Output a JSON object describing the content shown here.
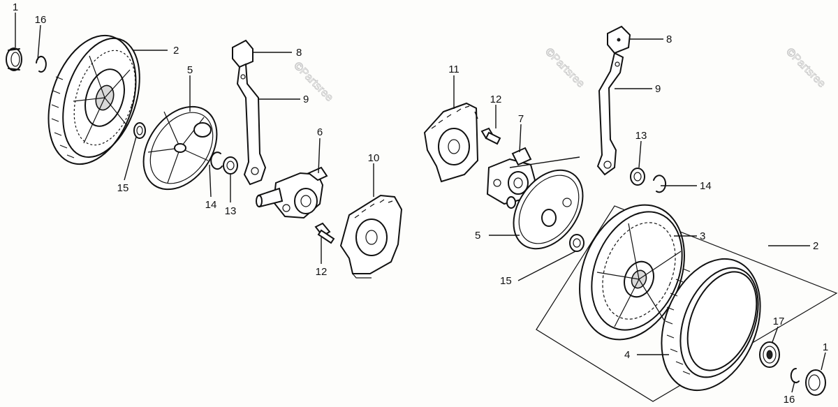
{
  "callouts": {
    "left": {
      "c1": "1",
      "c16": "16",
      "c2": "2",
      "c5": "5",
      "c8": "8",
      "c9": "9",
      "c6": "6",
      "c10": "10",
      "c15": "15",
      "c14": "14",
      "c13": "13",
      "c12": "12"
    },
    "right": {
      "c11": "11",
      "c12": "12",
      "c7": "7",
      "c8": "8",
      "c9": "9",
      "c13": "13",
      "c14": "14",
      "c5": "5",
      "c3": "3",
      "c2": "2",
      "c15": "15",
      "c17": "17",
      "c4": "4",
      "c1": "1",
      "c16": "16"
    }
  },
  "watermark": "©Partsree"
}
